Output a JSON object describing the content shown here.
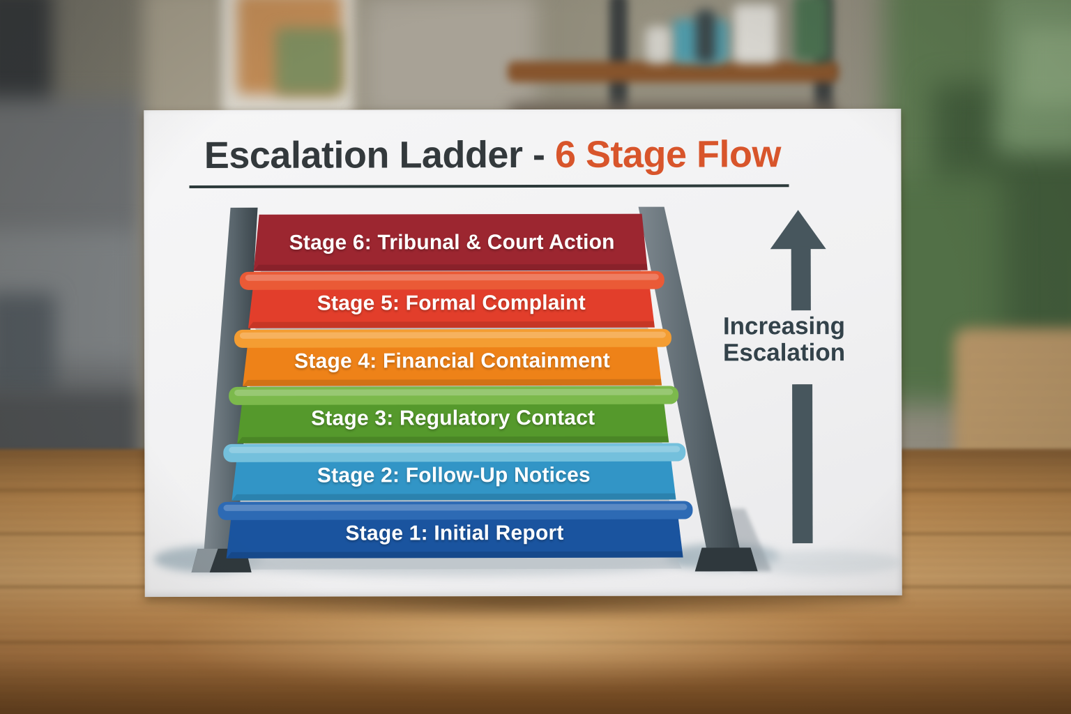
{
  "poster": {
    "title": {
      "prefix": "Escalation Ladder - ",
      "highlight": "6 Stage Flow",
      "prefix_color": "#33393c",
      "highlight_color": "#d8552b"
    },
    "annotation": {
      "line1": "Increasing",
      "line2": "Escalation",
      "color": "#33424a",
      "arrow_icon": "up-arrow",
      "arrow_color": "#47565d"
    },
    "ladder": {
      "rail_color": "#5a666d",
      "stage_count": 6,
      "rungs": [
        {
          "stage": 6,
          "label": "Stage 6: Tribunal & Court Action",
          "face_color": "#9c2630",
          "lip_color": "#a83038"
        },
        {
          "stage": 5,
          "label": "Stage 5: Formal Complaint",
          "face_color": "#e23e2b",
          "lip_color": "#ea5a36"
        },
        {
          "stage": 4,
          "label": "Stage 4: Financial Containment",
          "face_color": "#ee8218",
          "lip_color": "#f49d32"
        },
        {
          "stage": 3,
          "label": "Stage 3: Regulatory Contact",
          "face_color": "#55992c",
          "lip_color": "#7cb94c"
        },
        {
          "stage": 2,
          "label": "Stage 2: Follow-Up Notices",
          "face_color": "#3295c6",
          "lip_color": "#74c0dc"
        },
        {
          "stage": 1,
          "label": "Stage 1: Initial Report",
          "face_color": "#1a549f",
          "lip_color": "#2d6ab4"
        }
      ]
    }
  }
}
